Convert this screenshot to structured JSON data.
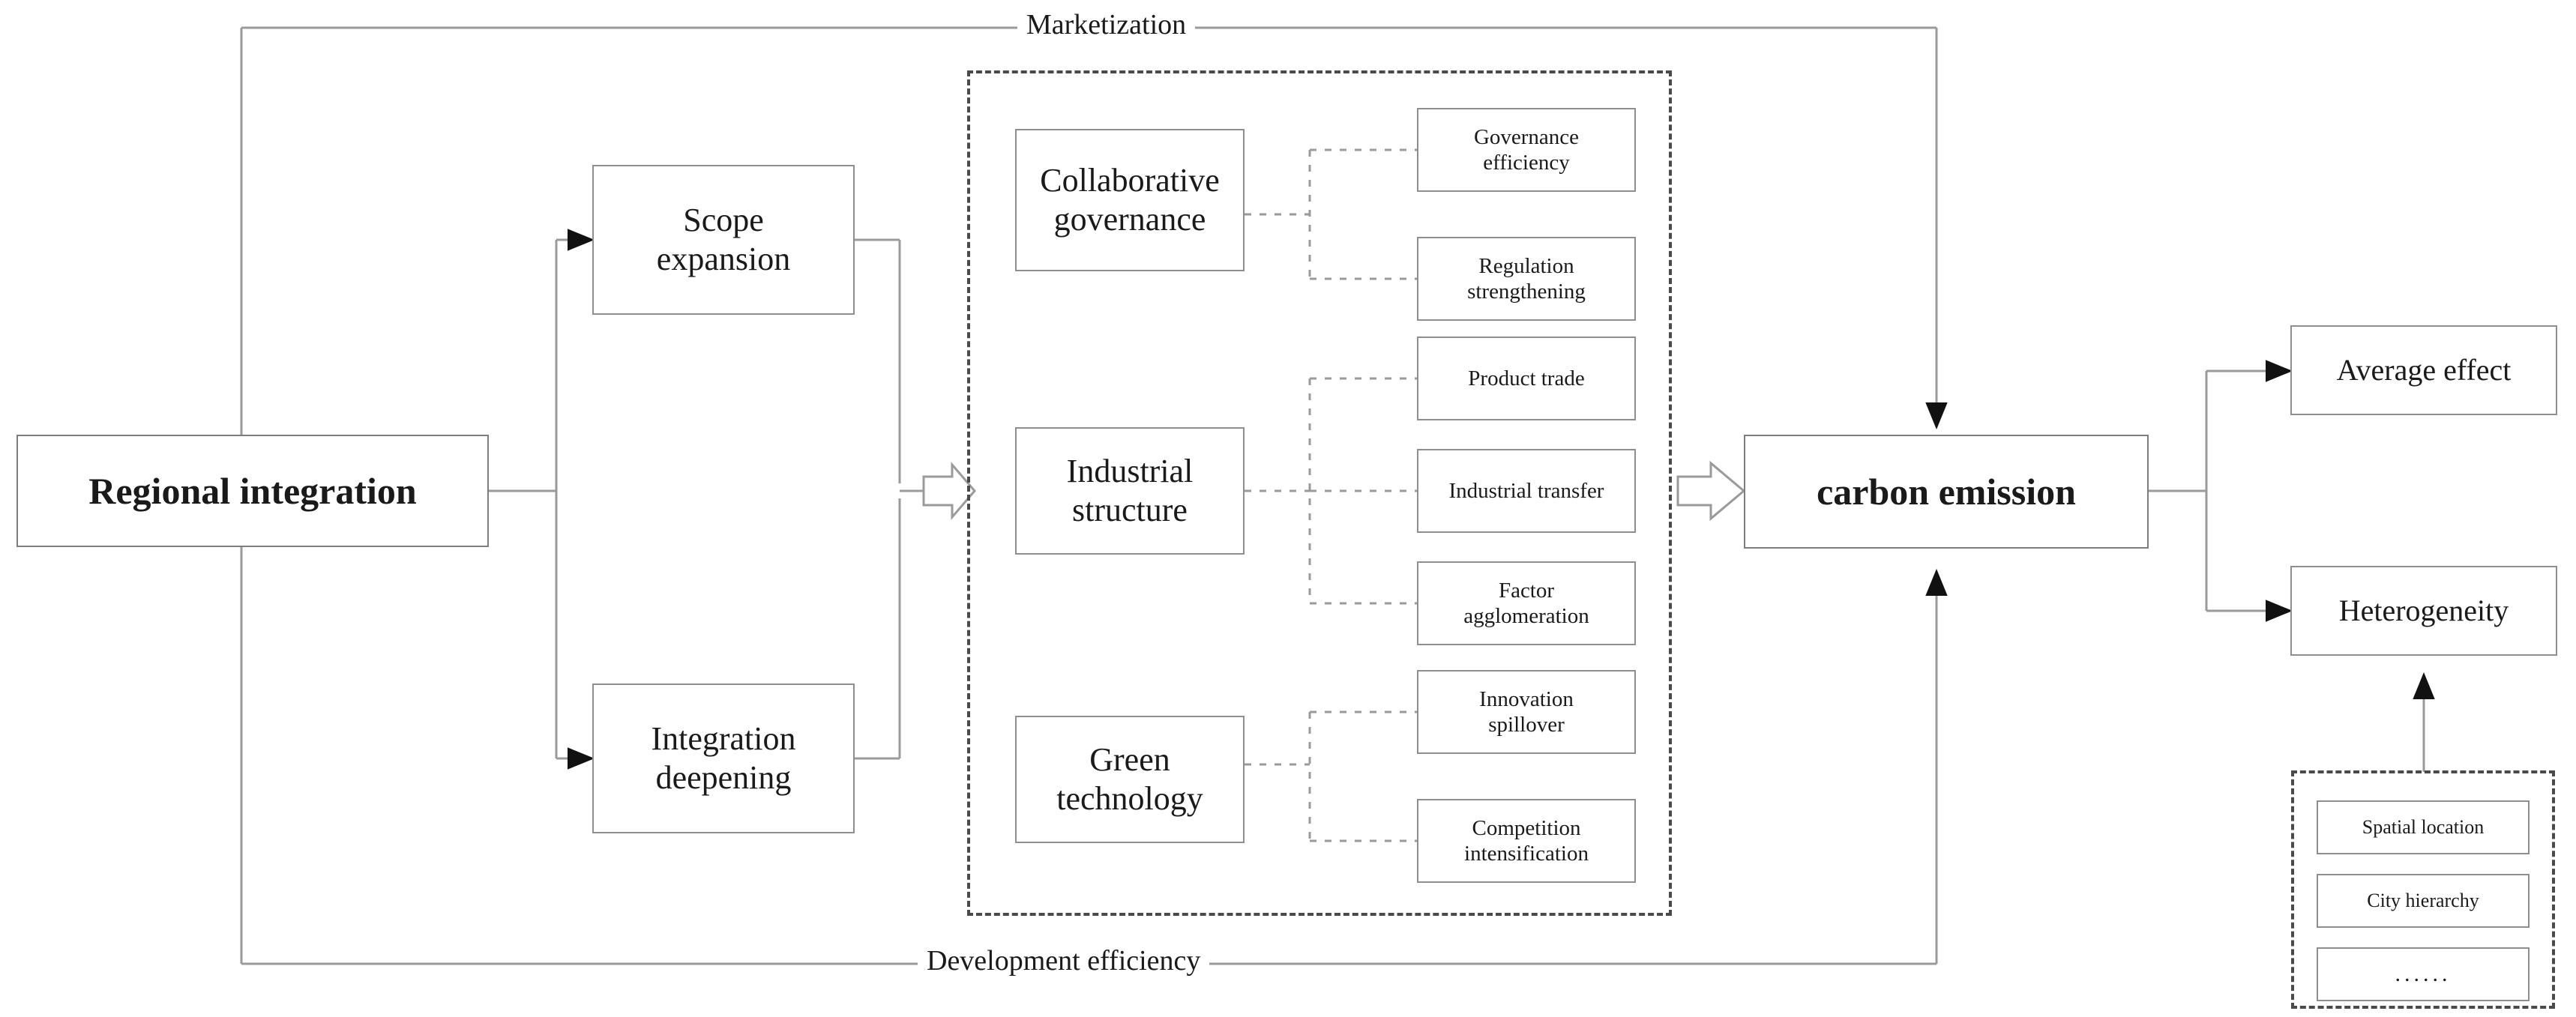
{
  "diagram": {
    "title_label_top": "Marketization",
    "title_label_bottom": "Development efficiency",
    "source": {
      "label": "Regional integration"
    },
    "stages": [
      {
        "label": "Scope\nexpansion",
        "line1": "Scope",
        "line2": "expansion"
      },
      {
        "label": "Integration\ndeepening",
        "line1": "Integration",
        "line2": "deepening"
      }
    ],
    "mechanisms": [
      {
        "line1": "Collaborative",
        "line2": "governance",
        "channels": [
          {
            "line1": "Governance",
            "line2": "efficiency"
          },
          {
            "line1": "Regulation",
            "line2": "strengthening"
          }
        ]
      },
      {
        "line1": "Industrial",
        "line2": "structure",
        "channels": [
          {
            "line1": "Product trade",
            "line2": ""
          },
          {
            "line1": "Industrial transfer",
            "line2": ""
          },
          {
            "line1": "Factor",
            "line2": "agglomeration"
          }
        ]
      },
      {
        "line1": "Green",
        "line2": "technology",
        "channels": [
          {
            "line1": "Innovation",
            "line2": "spillover"
          },
          {
            "line1": "Competition",
            "line2": "intensification"
          }
        ]
      }
    ],
    "target": {
      "label": "carbon emission"
    },
    "outcomes": [
      {
        "label": "Average effect"
      },
      {
        "label": "Heterogeneity"
      }
    ],
    "heterogeneity_factors": [
      {
        "label": "Spatial location"
      },
      {
        "label": "City hierarchy"
      },
      {
        "label": "......"
      }
    ]
  },
  "colors": {
    "box_border": "#8e8e8e",
    "dashed_border": "#4a4a4a",
    "line": "#9a9a9a",
    "text": "#1a1a1a",
    "background": "#ffffff"
  }
}
